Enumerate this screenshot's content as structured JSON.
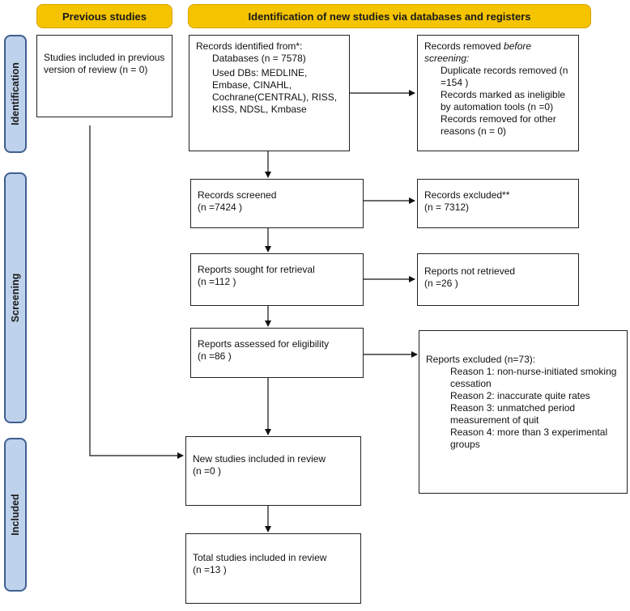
{
  "headers": {
    "previous": "Previous studies",
    "new": "Identification of new studies via databases and registers"
  },
  "phases": {
    "identification": "Identification",
    "screening": "Screening",
    "included": "Included"
  },
  "previous_box": {
    "text": "Studies included in previous version of review (n = 0)"
  },
  "identified": {
    "title": "Records identified from*:",
    "databases": "Databases (n = 7578)",
    "used_dbs": "Used DBs: MEDLINE, Embase, CINAHL, Cochrane(CENTRAL), RISS, KISS, NDSL, Kmbase"
  },
  "removed": {
    "title_prefix": "Records removed ",
    "title_emph": "before screening",
    "title_suffix": ":",
    "duplicates": "Duplicate records removed (n =154 )",
    "ineligible": "Records marked as ineligible by automation tools (n =0)",
    "other": "Records removed for other reasons (n = 0)"
  },
  "screened": {
    "title": "Records screened",
    "count": "(n =7424 )"
  },
  "excluded": {
    "title": "Records excluded**",
    "count": "(n = 7312)"
  },
  "sought": {
    "title": "Reports sought for retrieval",
    "count": "(n =112 )"
  },
  "not_retrieved": {
    "title": "Reports not retrieved",
    "count": "(n =26 )"
  },
  "assessed": {
    "title": "Reports assessed for eligibility",
    "count": "(n =86 )"
  },
  "reports_excluded": {
    "title": "Reports excluded (n=73):",
    "reasons": [
      "Reason 1: non-nurse-initiated smoking cessation",
      "Reason 2: inaccurate quite rates",
      "Reason 3: unmatched period measurement of quit",
      "Reason 4: more than 3 experimental groups"
    ]
  },
  "new_included": {
    "title": "New studies included in review",
    "count": "(n =0 )"
  },
  "total_included": {
    "title": "Total studies included in review",
    "count": "(n =13 )"
  },
  "colors": {
    "header_fill": "#f5c400",
    "phase_fill": "#bfd2ec",
    "phase_border": "#3f5f8f"
  }
}
